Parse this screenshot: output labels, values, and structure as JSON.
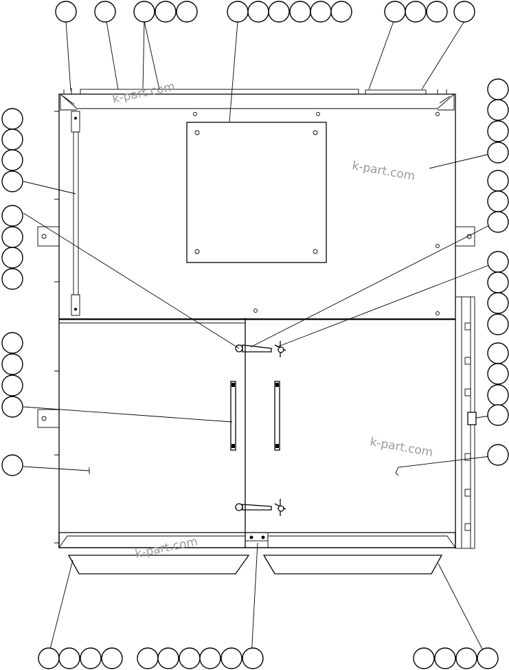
{
  "diagram": {
    "watermarks": [
      {
        "id": "wm1",
        "text": "k-part.com"
      },
      {
        "id": "wm2",
        "text": "k-part.com"
      },
      {
        "id": "wm3",
        "text": "k-part.com"
      },
      {
        "id": "wm4",
        "text": "k-part.com"
      }
    ]
  }
}
